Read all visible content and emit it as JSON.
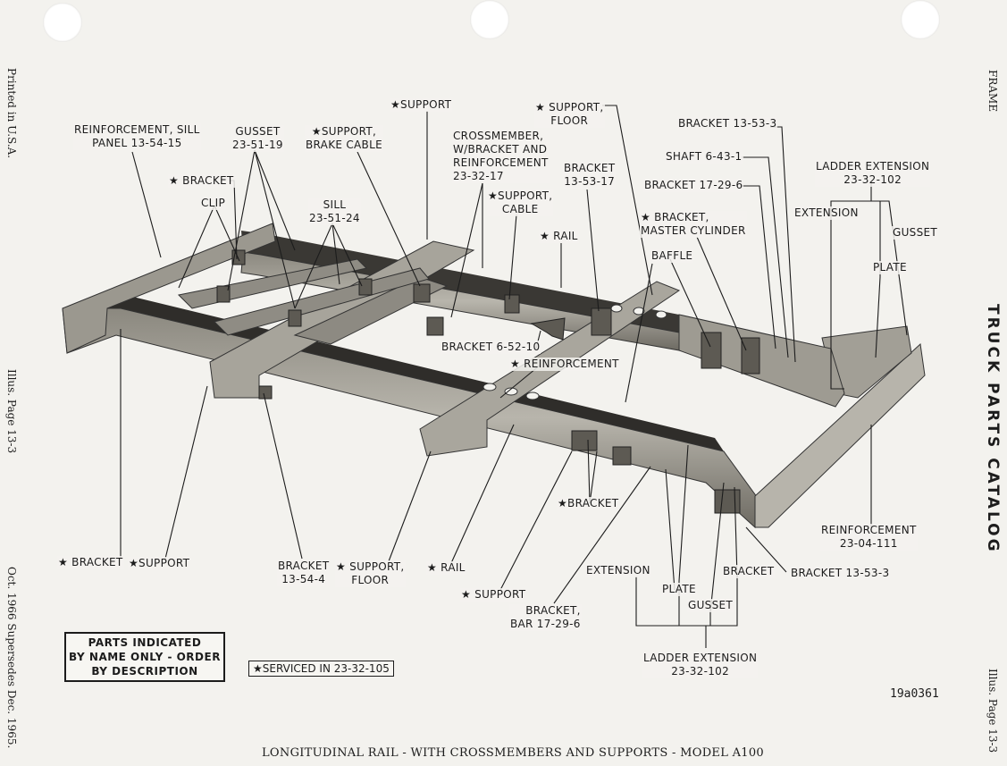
{
  "margins": {
    "left_top": "Printed in U.S.A.",
    "left_mid": "Illus. Page 13-3",
    "left_bottom": "Oct. 1966 Supersedes Dec. 1965.",
    "right_top": "FRAME",
    "right_mid": "TRUCK PARTS CATALOG",
    "right_bottom": "Illus. Page 13-3"
  },
  "labels": {
    "reinforcement_sill": "REINFORCEMENT, SILL\nPANEL 13-54-15",
    "gusset_23_51_19": "GUSSET\n23-51-19",
    "support_brake_cable": "★SUPPORT,\nBRAKE CABLE",
    "support_top": "★SUPPORT",
    "crossmember": "CROSSMEMBER,\nW/BRACKET AND\nREINFORCEMENT\n23-32-17",
    "support_floor_top": "★ SUPPORT,\nFLOOR",
    "bracket_13_53_17": "BRACKET\n13-53-17",
    "bracket_13_53_3_top": "BRACKET 13-53-3",
    "shaft": "SHAFT 6-43-1",
    "bracket_17_29_6": "BRACKET 17-29-6",
    "ladder_ext_top": "LADDER EXTENSION\n23-32-102",
    "extension_top": "EXTENSION",
    "gusset_right": "GUSSET",
    "plate_right": "PLATE",
    "bracket_left": "★ BRACKET",
    "clip": "CLIP",
    "sill": "SILL\n23-51-24",
    "support_cable": "★SUPPORT,\nCABLE",
    "rail_top": "★ RAIL",
    "bracket_master": "★ BRACKET,\nMASTER CYLINDER",
    "baffle": "BAFFLE",
    "bracket_6_52_10": "BRACKET 6-52-10",
    "reinforcement_mid": "★ REINFORCEMENT",
    "bracket_mid": "★BRACKET",
    "reinforcement_23_04_111": "REINFORCEMENT\n23-04-111",
    "bracket_bottom_left": "★ BRACKET",
    "support_bottom_left": "★SUPPORT",
    "bracket_13_54_4": "BRACKET\n13-54-4",
    "support_floor_bottom": "★ SUPPORT,\nFLOOR",
    "rail_bottom": "★ RAIL",
    "support_bottom": "★ SUPPORT",
    "extension_bottom": "EXTENSION",
    "bracket_bottom": "BRACKET",
    "bracket_13_53_3_bottom": "BRACKET 13-53-3",
    "plate_bottom": "PLATE",
    "gusset_bottom": "GUSSET",
    "bracket_bar": "BRACKET,\nBAR 17-29-6",
    "ladder_ext_bottom": "LADDER EXTENSION\n23-32-102"
  },
  "parts_note": "PARTS INDICATED\nBY NAME ONLY - ORDER\nBY DESCRIPTION",
  "serviced_note": "★SERVICED IN 23-32-105",
  "illustration_code": "19a0361",
  "caption": "LONGITUDINAL RAIL - WITH CROSSMEMBERS AND SUPPORTS - MODEL A100"
}
